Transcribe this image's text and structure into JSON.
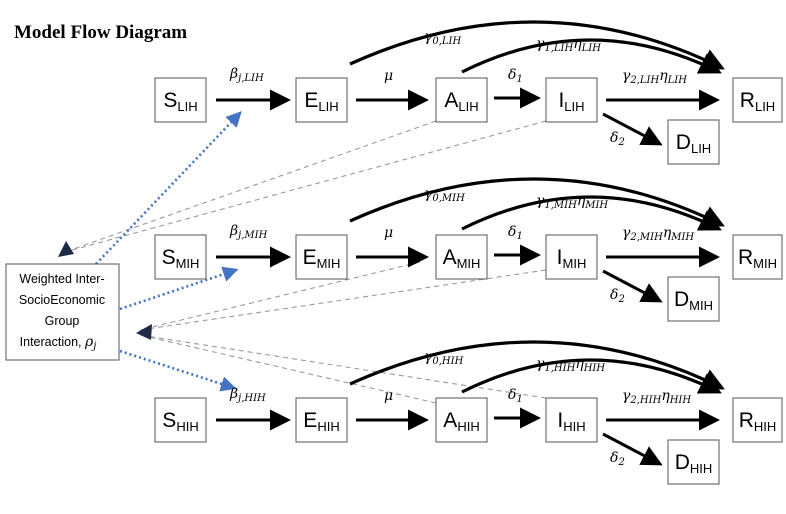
{
  "title": "Model Flow Diagram",
  "interaction": {
    "line1": "Weighted Inter-",
    "line2": "SocioEconomic",
    "line3": "Group",
    "line4": "Interaction, ",
    "rho": "ρ",
    "rho_sub": "j"
  },
  "rows": [
    {
      "sub": "LIH",
      "nodes": {
        "S": "S",
        "E": "E",
        "A": "A",
        "I": "I",
        "R": "R",
        "D": "D"
      },
      "labels": {
        "beta": "β",
        "beta_sub": "j,LIH",
        "mu": "μ",
        "delta1": "δ",
        "delta1_sub": "1",
        "delta2": "δ",
        "delta2_sub": "2",
        "g0": "γ",
        "g0_sub": "0,LIH",
        "g1": "γ",
        "g1_sub": "1,LIH",
        "g1_eta": "η",
        "g1_eta_sub": "LIH",
        "g2": "γ",
        "g2_sub": "2,LIH",
        "g2_eta": "η",
        "g2_eta_sub": "LIH"
      }
    },
    {
      "sub": "MIH",
      "nodes": {
        "S": "S",
        "E": "E",
        "A": "A",
        "I": "I",
        "R": "R",
        "D": "D"
      },
      "labels": {
        "beta": "β",
        "beta_sub": "j,MIH",
        "mu": "μ",
        "delta1": "δ",
        "delta1_sub": "1",
        "delta2": "δ",
        "delta2_sub": "2",
        "g0": "γ",
        "g0_sub": "0,MIH",
        "g1": "γ",
        "g1_sub": "1,MIH",
        "g1_eta": "η",
        "g1_eta_sub": "MIH",
        "g2": "γ",
        "g2_sub": "2,MIH",
        "g2_eta": "η",
        "g2_eta_sub": "MIH"
      }
    },
    {
      "sub": "HIH",
      "nodes": {
        "S": "S",
        "E": "E",
        "A": "A",
        "I": "I",
        "R": "R",
        "D": "D"
      },
      "labels": {
        "beta": "β",
        "beta_sub": "j,HIH",
        "mu": "μ",
        "delta1": "δ",
        "delta1_sub": "1",
        "delta2": "δ",
        "delta2_sub": "2",
        "g0": "γ",
        "g0_sub": "0,HIH",
        "g1": "γ",
        "g1_sub": "1,HIH",
        "g1_eta": "η",
        "g1_eta_sub": "HIH",
        "g2": "γ",
        "g2_sub": "2,HIH",
        "g2_eta": "η",
        "g2_eta_sub": "HIH"
      }
    }
  ]
}
